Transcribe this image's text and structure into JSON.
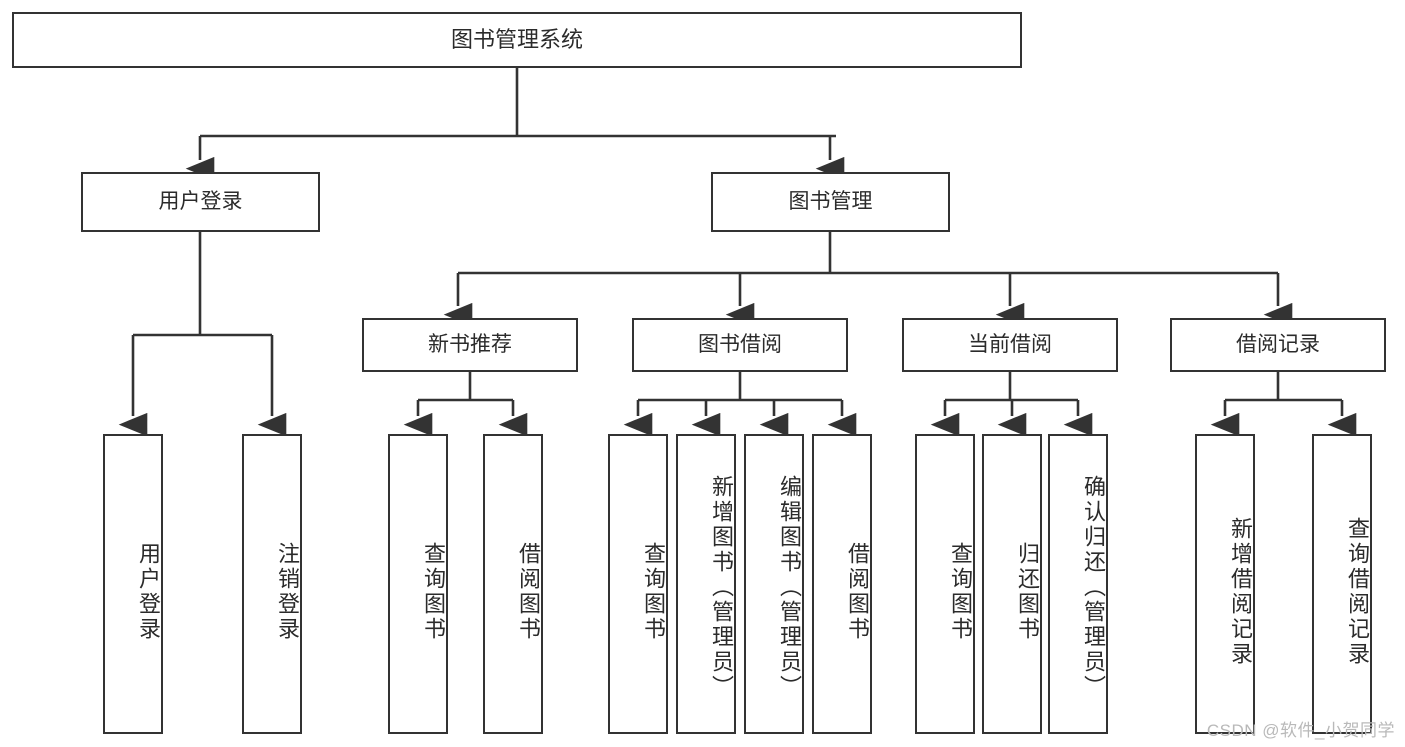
{
  "diagram": {
    "title": "图书管理系统",
    "type": "hierarchy-tree",
    "watermark": "CSDN @软件_小贺同学",
    "colors": {
      "stroke": "#333333",
      "fill": "#ffffff",
      "text": "#2b2b2b",
      "watermark": "#b9b9b9"
    },
    "root": {
      "label": "图书管理系统"
    },
    "level1": [
      {
        "id": "user-login",
        "label": "用户登录"
      },
      {
        "id": "book-manage",
        "label": "图书管理"
      }
    ],
    "level2": [
      {
        "id": "new-book-recommend",
        "label": "新书推荐"
      },
      {
        "id": "book-borrow",
        "label": "图书借阅"
      },
      {
        "id": "current-borrow",
        "label": "当前借阅"
      },
      {
        "id": "borrow-record",
        "label": "借阅记录"
      }
    ],
    "leaves": [
      {
        "id": "leaf-user-login",
        "label": "用户登录",
        "parent": "user-login"
      },
      {
        "id": "leaf-user-logout",
        "label": "注销登录",
        "parent": "user-login"
      },
      {
        "id": "leaf-query-book-1",
        "label": "查询图书",
        "parent": "new-book-recommend"
      },
      {
        "id": "leaf-borrow-book-1",
        "label": "借阅图书",
        "parent": "new-book-recommend"
      },
      {
        "id": "leaf-query-book-2",
        "label": "查询图书",
        "parent": "book-borrow"
      },
      {
        "id": "leaf-add-book",
        "label": "新增图书（管理员）",
        "parent": "book-borrow"
      },
      {
        "id": "leaf-edit-book",
        "label": "编辑图书（管理员）",
        "parent": "book-borrow"
      },
      {
        "id": "leaf-borrow-book-2",
        "label": "借阅图书",
        "parent": "book-borrow"
      },
      {
        "id": "leaf-query-book-3",
        "label": "查询图书",
        "parent": "current-borrow"
      },
      {
        "id": "leaf-return-book",
        "label": "归还图书",
        "parent": "current-borrow"
      },
      {
        "id": "leaf-confirm-return",
        "label": "确认归还（管理员）",
        "parent": "current-borrow"
      },
      {
        "id": "leaf-add-record",
        "label": "新增借阅记录",
        "parent": "borrow-record"
      },
      {
        "id": "leaf-query-record",
        "label": "查询借阅记录",
        "parent": "borrow-record"
      }
    ]
  }
}
